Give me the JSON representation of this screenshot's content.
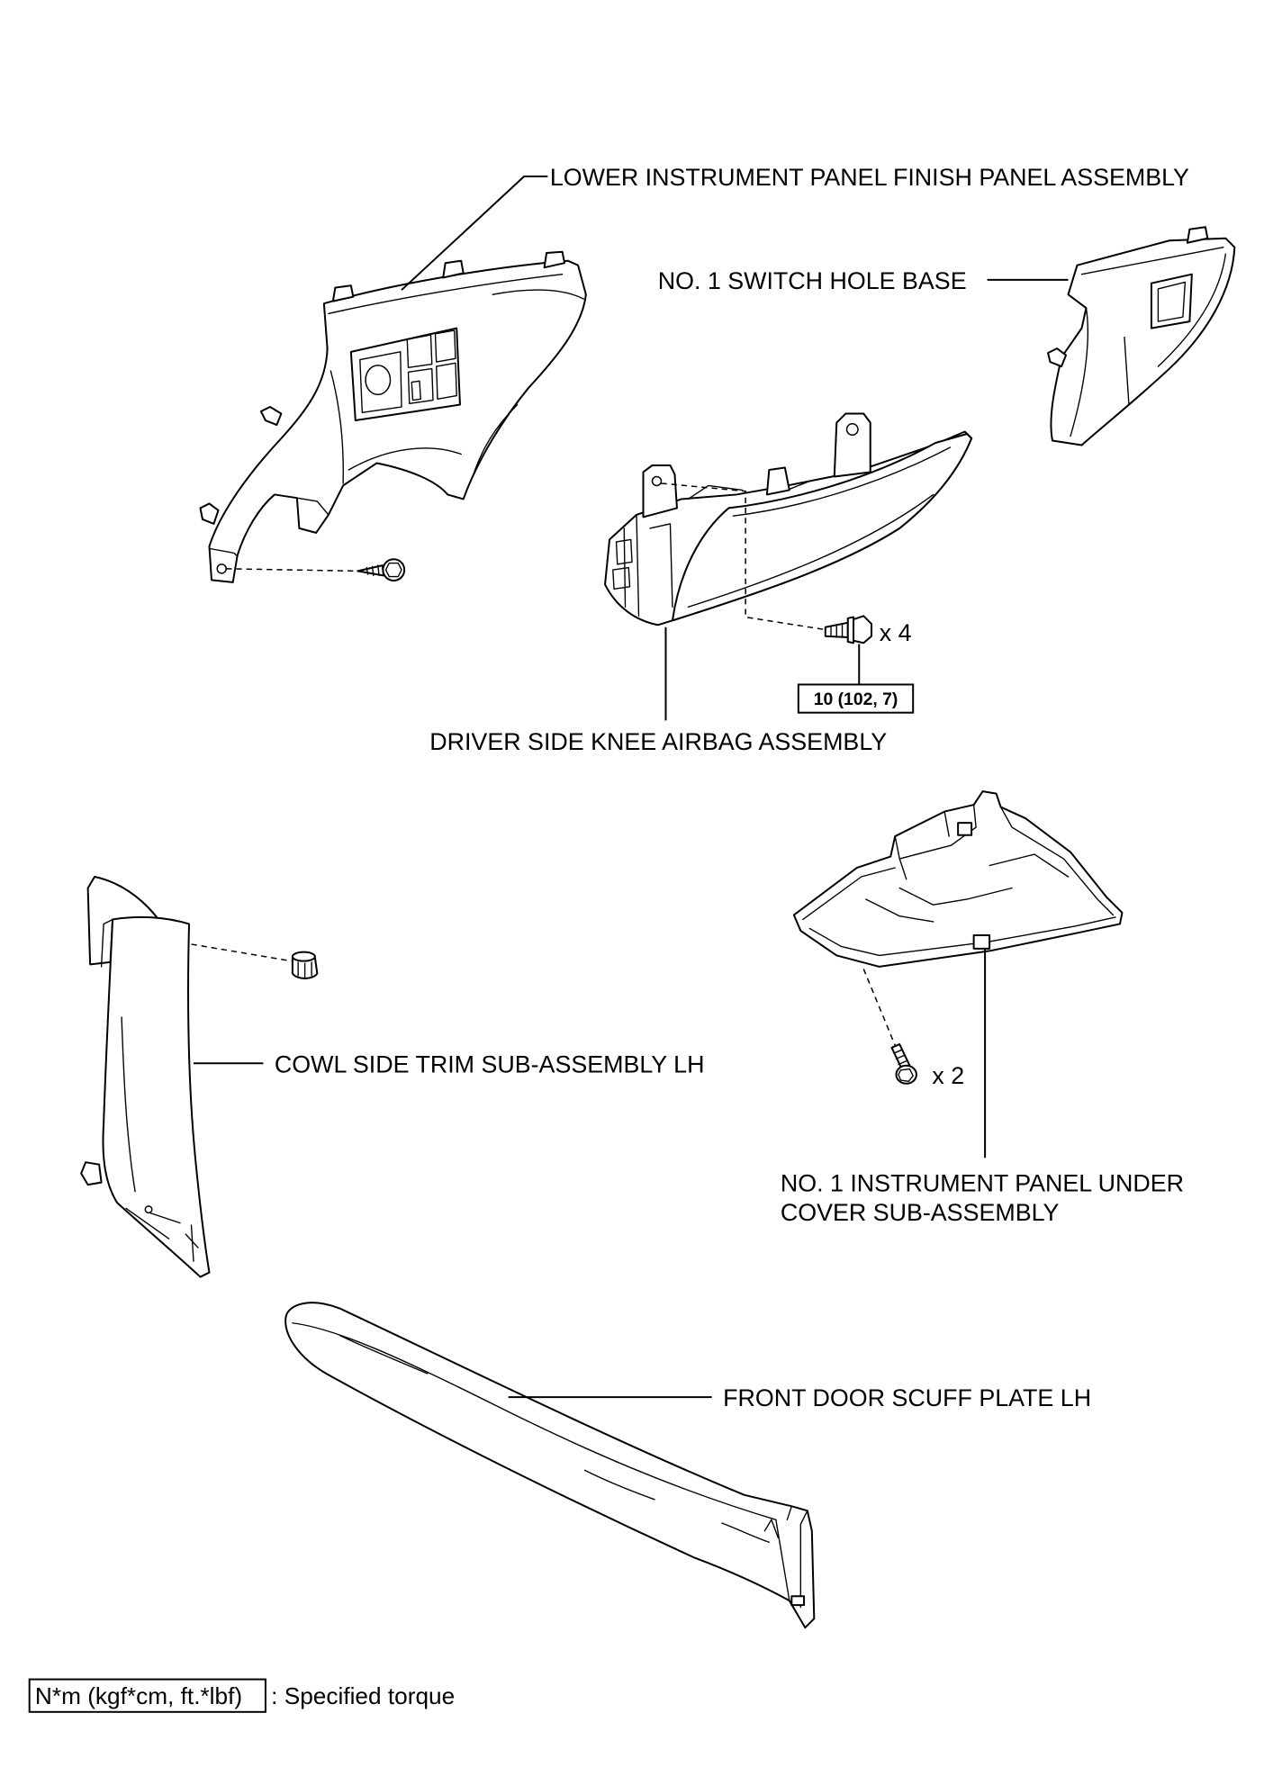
{
  "labels": {
    "lower_panel": "LOWER INSTRUMENT PANEL FINISH PANEL ASSEMBLY",
    "switch_base": "NO. 1 SWITCH HOLE BASE",
    "knee_airbag": "DRIVER SIDE KNEE AIRBAG ASSEMBLY",
    "cowl_trim": "COWL SIDE TRIM SUB-ASSEMBLY LH",
    "under_cover_line1": "NO. 1 INSTRUMENT PANEL UNDER",
    "under_cover_line2": "COVER SUB-ASSEMBLY",
    "scuff_plate": "FRONT DOOR SCUFF PLATE LH"
  },
  "fasteners": {
    "airbag_bolt_qty": "x 4",
    "airbag_bolt_torque": "10 (102, 7)",
    "under_cover_screw_qty": "x 2"
  },
  "legend": {
    "unit_box": "N*m (kgf*cm, ft.*lbf)",
    "description": ": Specified torque"
  }
}
